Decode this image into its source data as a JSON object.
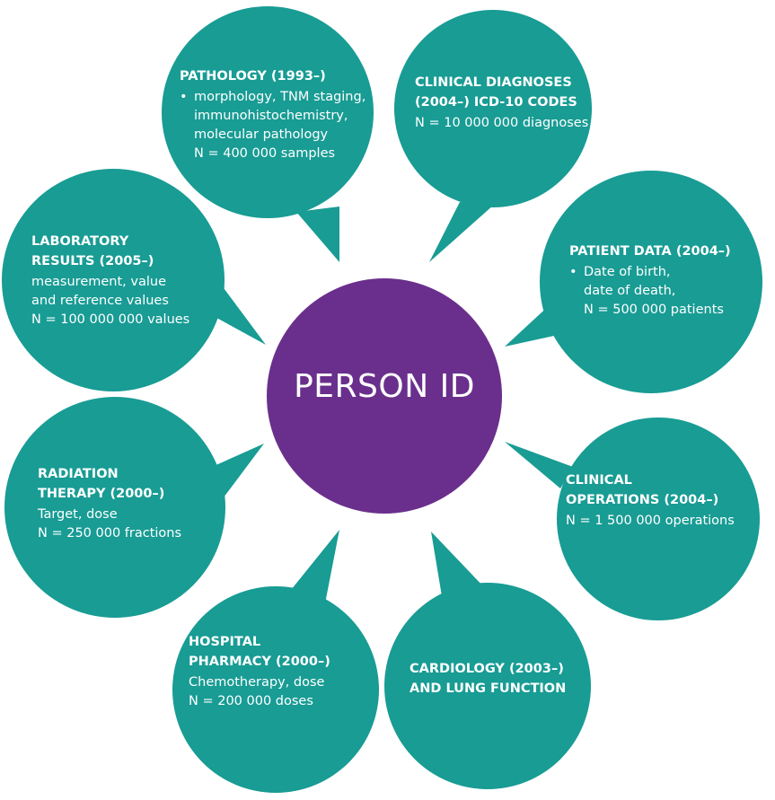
{
  "colors": {
    "teal": "#189c94",
    "purple": "#6a2f8c",
    "text": "#ffffff",
    "background": "#ffffff"
  },
  "center": {
    "label": "PERSON ID"
  },
  "bubbles": [
    {
      "id": "pathology",
      "title_lines": [
        "PATHOLOGY (1993–)"
      ],
      "bullet": "morphology, TNM staging,",
      "body_lines": [
        "immunohistochemistry,",
        "molecular pathology",
        "N = 400 000 samples"
      ]
    },
    {
      "id": "clinical-diagnoses",
      "title_lines": [
        "CLINICAL DIAGNOSES",
        "(2004–) ICD-10 CODES"
      ],
      "body_lines": [
        "N = 10 000 000 diagnoses"
      ]
    },
    {
      "id": "patient-data",
      "title_lines": [
        "PATIENT DATA (2004–)"
      ],
      "bullet": "Date of birth,",
      "body_lines": [
        "date of death,",
        "N = 500 000 patients"
      ]
    },
    {
      "id": "clinical-operations",
      "title_lines": [
        "CLINICAL",
        "OPERATIONS (2004–)"
      ],
      "body_lines": [
        "N = 1 500 000 operations"
      ]
    },
    {
      "id": "cardiology",
      "title_lines": [
        "CARDIOLOGY (2003–)",
        "AND LUNG FUNCTION"
      ],
      "body_lines": []
    },
    {
      "id": "hospital-pharmacy",
      "title_lines": [
        "HOSPITAL",
        "PHARMACY (2000–)"
      ],
      "body_lines": [
        "Chemotherapy, dose",
        "N = 200 000 doses"
      ]
    },
    {
      "id": "radiation-therapy",
      "title_lines": [
        "RADIATION",
        "THERAPY (2000–)"
      ],
      "body_lines": [
        "Target, dose",
        "N = 250 000 fractions"
      ]
    },
    {
      "id": "laboratory-results",
      "title_lines": [
        "LABORATORY",
        "RESULTS (2005–)"
      ],
      "body_lines": [
        "measurement, value",
        "and reference values",
        "N = 100 000 000 values"
      ]
    }
  ]
}
